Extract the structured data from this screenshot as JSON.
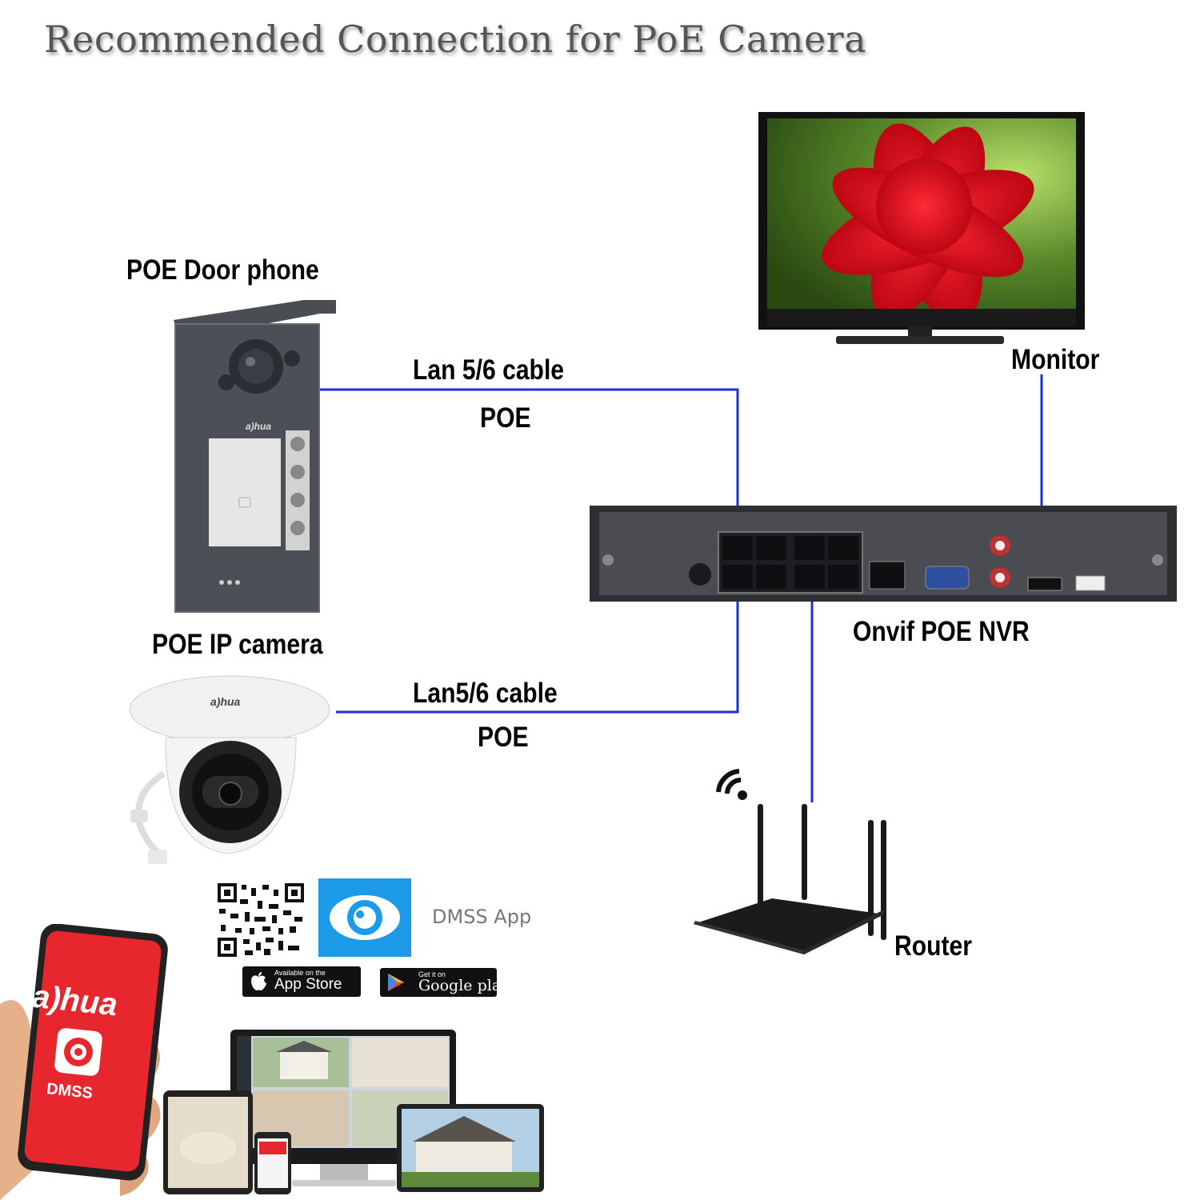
{
  "title": "Recommended Connection for PoE Camera",
  "labels": {
    "door_phone": "POE Door phone",
    "cable_top": "Lan 5/6 cable",
    "poe_top": "POE",
    "monitor": "Monitor",
    "nvr": "Onvif POE NVR",
    "ip_camera": "POE IP camera",
    "cable_bottom": "Lan5/6 cable",
    "poe_bottom": "POE",
    "router": "Router"
  },
  "app": {
    "name": "DMSS App",
    "app_store_small": "Available on the",
    "app_store_big": "App Store",
    "google_small": "Get it on",
    "google_big": "Google play"
  },
  "brand": {
    "logo": "a)hua",
    "phone_app": "DMSS"
  },
  "colors": {
    "line": "#1f2fd6",
    "brand_red": "#e8262d",
    "app_blue": "#1e9be8"
  }
}
